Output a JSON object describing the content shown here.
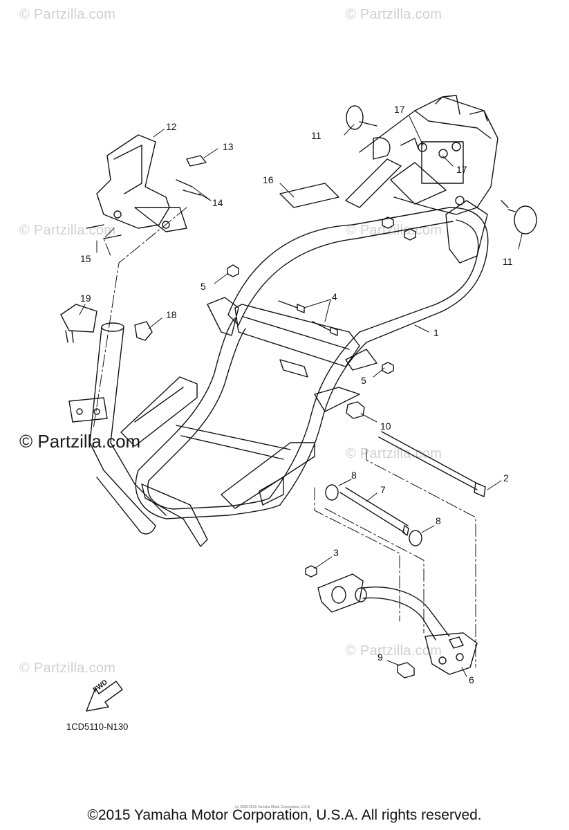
{
  "watermarks": {
    "small": "© Partzilla.com",
    "large": "© Partzilla.com"
  },
  "callouts": {
    "c1": "1",
    "c2": "2",
    "c3": "3",
    "c4": "4",
    "c5a": "5",
    "c5b": "5",
    "c6": "6",
    "c7": "7",
    "c8a": "8",
    "c8b": "8",
    "c9": "9",
    "c10": "10",
    "c11a": "11",
    "c11b": "11",
    "c12": "12",
    "c13": "13",
    "c14": "14",
    "c15": "15",
    "c16": "16",
    "c17a": "17",
    "c17b": "17",
    "c18": "18",
    "c19": "19"
  },
  "fwd_label": "FWD",
  "part_code": "1CD5110-N130",
  "tiny_notice": "(c) 2005-2016 Yamaha Motor Corporation, U.S.A.",
  "copyright": "©2015 Yamaha Motor Corporation, U.S.A. All rights reserved."
}
